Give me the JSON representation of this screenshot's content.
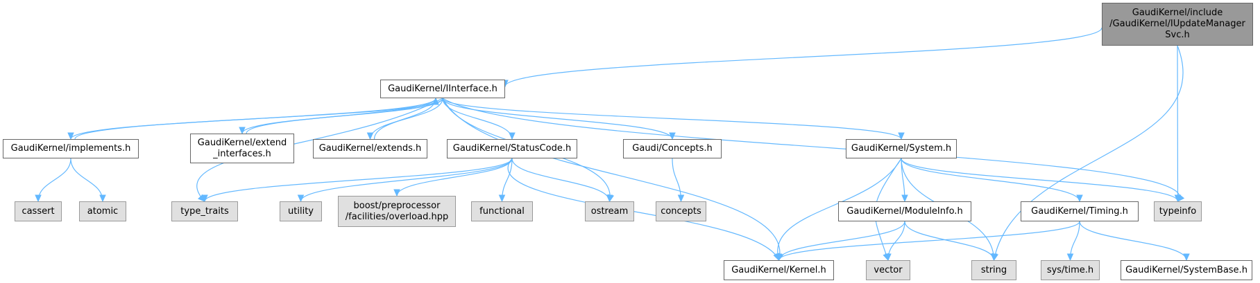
{
  "diagram": {
    "nodes": [
      {
        "id": "root",
        "label": "GaudiKernel/include\n/GaudiKernel/IUpdateManager\nSvc.h",
        "style": "root"
      },
      {
        "id": "iinterface",
        "label": "GaudiKernel/IInterface.h",
        "style": "hdr"
      },
      {
        "id": "implements",
        "label": "GaudiKernel/implements.h",
        "style": "hdr"
      },
      {
        "id": "extend_interfaces",
        "label": "GaudiKernel/extend\n_interfaces.h",
        "style": "hdr"
      },
      {
        "id": "extends",
        "label": "GaudiKernel/extends.h",
        "style": "hdr"
      },
      {
        "id": "statuscode",
        "label": "GaudiKernel/StatusCode.h",
        "style": "hdr"
      },
      {
        "id": "concepts_h",
        "label": "Gaudi/Concepts.h",
        "style": "hdr"
      },
      {
        "id": "system",
        "label": "GaudiKernel/System.h",
        "style": "hdr"
      },
      {
        "id": "cassert",
        "label": "cassert",
        "style": "sys"
      },
      {
        "id": "atomic",
        "label": "atomic",
        "style": "sys"
      },
      {
        "id": "type_traits",
        "label": "type_traits",
        "style": "sys"
      },
      {
        "id": "utility",
        "label": "utility",
        "style": "sys"
      },
      {
        "id": "boost_overload",
        "label": "boost/preprocessor\n/facilities/overload.hpp",
        "style": "sys"
      },
      {
        "id": "functional",
        "label": "functional",
        "style": "sys"
      },
      {
        "id": "ostream",
        "label": "ostream",
        "style": "sys"
      },
      {
        "id": "concepts",
        "label": "concepts",
        "style": "sys"
      },
      {
        "id": "moduleinfo",
        "label": "GaudiKernel/ModuleInfo.h",
        "style": "hdr"
      },
      {
        "id": "timing",
        "label": "GaudiKernel/Timing.h",
        "style": "hdr"
      },
      {
        "id": "typeinfo",
        "label": "typeinfo",
        "style": "sys"
      },
      {
        "id": "kernel",
        "label": "GaudiKernel/Kernel.h",
        "style": "hdr"
      },
      {
        "id": "vector",
        "label": "vector",
        "style": "sys"
      },
      {
        "id": "string",
        "label": "string",
        "style": "sys"
      },
      {
        "id": "systime",
        "label": "sys/time.h",
        "style": "sys"
      },
      {
        "id": "systembase",
        "label": "GaudiKernel/SystemBase.h",
        "style": "hdr"
      }
    ],
    "edges": [
      [
        "root",
        "iinterface"
      ],
      [
        "root",
        "typeinfo"
      ],
      [
        "root",
        "string"
      ],
      [
        "iinterface",
        "implements"
      ],
      [
        "iinterface",
        "extend_interfaces"
      ],
      [
        "iinterface",
        "extends"
      ],
      [
        "iinterface",
        "statuscode"
      ],
      [
        "iinterface",
        "concepts_h"
      ],
      [
        "iinterface",
        "system"
      ],
      [
        "iinterface",
        "type_traits"
      ],
      [
        "iinterface",
        "ostream"
      ],
      [
        "iinterface",
        "kernel"
      ],
      [
        "iinterface",
        "typeinfo"
      ],
      [
        "implements",
        "iinterface"
      ],
      [
        "implements",
        "cassert"
      ],
      [
        "implements",
        "atomic"
      ],
      [
        "extend_interfaces",
        "iinterface"
      ],
      [
        "extends",
        "iinterface"
      ],
      [
        "statuscode",
        "type_traits"
      ],
      [
        "statuscode",
        "utility"
      ],
      [
        "statuscode",
        "boost_overload"
      ],
      [
        "statuscode",
        "functional"
      ],
      [
        "statuscode",
        "ostream"
      ],
      [
        "statuscode",
        "kernel"
      ],
      [
        "concepts_h",
        "concepts"
      ],
      [
        "system",
        "kernel"
      ],
      [
        "system",
        "moduleinfo"
      ],
      [
        "system",
        "vector"
      ],
      [
        "system",
        "string"
      ],
      [
        "system",
        "timing"
      ],
      [
        "system",
        "typeinfo"
      ],
      [
        "moduleinfo",
        "kernel"
      ],
      [
        "moduleinfo",
        "vector"
      ],
      [
        "moduleinfo",
        "string"
      ],
      [
        "timing",
        "kernel"
      ],
      [
        "timing",
        "systime"
      ],
      [
        "timing",
        "systembase"
      ]
    ]
  }
}
